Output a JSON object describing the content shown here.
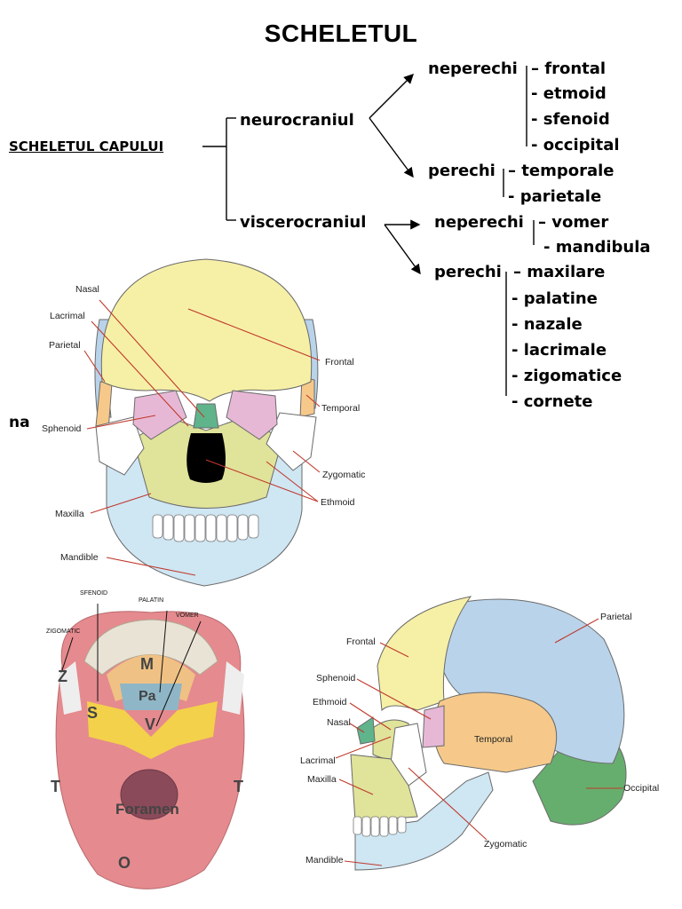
{
  "title": "SCHELETUL",
  "head_label": "SCHELETUL CAPULUI",
  "tree": {
    "neurocraniul": "neurocraniul",
    "viscerocraniul": "viscerocraniul",
    "neuro_neperechi": "neperechi",
    "neuro_neperechi_items": [
      "– frontal",
      "- etmoid",
      "- sfenoid",
      "- occipital"
    ],
    "neuro_perechi": "perechi",
    "neuro_perechi_items": [
      "– temporale",
      "- parietale"
    ],
    "visc_neperechi": "neperechi",
    "visc_neperechi_items": [
      "– vomer",
      "- mandibula"
    ],
    "visc_perechi": "perechi",
    "visc_perechi_items": [
      "– maxilare",
      "- palatine",
      "- nazale",
      "- lacrimale",
      "- zigomatice",
      "- cornete"
    ]
  },
  "stray_text": "na",
  "front_skull": {
    "labels": {
      "nasal": "Nasal",
      "lacrimal": "Lacrimal",
      "parietal": "Parietal",
      "sphenoid": "Sphenoid",
      "maxilla": "Maxilla",
      "mandible": "Mandible",
      "frontal": "Frontal",
      "temporal": "Temporal",
      "zygomatic": "Zygomatic",
      "ethmoid": "Ethmoid"
    }
  },
  "base_skull": {
    "labels": {
      "sfenoid": "SFENOID",
      "palatin": "PALATIN",
      "vomer": "VOMER",
      "zigomatic": "ZIGOMATIC",
      "z": "Z",
      "m": "M",
      "pa": "Pa",
      "s": "S",
      "v": "V",
      "t_left": "T",
      "t_right": "T",
      "foramen": "Foramen",
      "o": "O"
    }
  },
  "side_skull": {
    "labels": {
      "frontal": "Frontal",
      "parietal": "Parietal",
      "sphenoid": "Sphenoid",
      "ethmoid": "Ethmoid",
      "nasal": "Nasal",
      "lacrimal": "Lacrimal",
      "maxilla": "Maxilla",
      "temporal": "Temporal",
      "occipital": "Occipital",
      "zygomatic": "Zygomatic",
      "mandible": "Mandible"
    }
  },
  "colors": {
    "frontal": "#f6f0a6",
    "parietal": "#b9d3ea",
    "temporal": "#f6c98a",
    "sphenoid": "#e7b8d6",
    "zygomatic": "#ffffff",
    "maxilla": "#e0e39a",
    "mandible": "#cfe6f3",
    "nasal": "#5fb48c",
    "occipital": "#66ae6e",
    "leader": "#c0392b"
  }
}
